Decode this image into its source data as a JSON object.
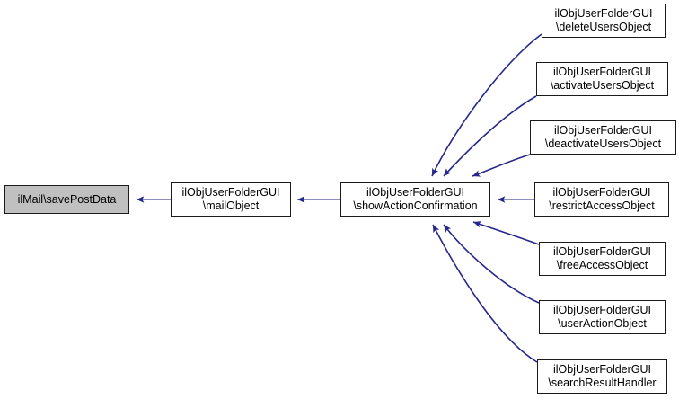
{
  "graph": {
    "type": "call-graph",
    "direction": "right-to-left",
    "background_color": "#ffffff",
    "edge_color": "#26268c",
    "edge_line_color": "#6a6aa8",
    "node_border_color": "#1b1b1b",
    "node_fill_color": "#ffffff",
    "highlight_fill_color": "#c0c0c0"
  },
  "nodes": {
    "target": {
      "id": "ilMail-savePostData",
      "label": "ilMail\\savePostData",
      "line1": "ilMail\\savePostData",
      "line2": "",
      "highlighted": true
    },
    "caller": {
      "id": "ilObjUserFolderGUI-mailObject",
      "line1": "ilObjUserFolderGUI",
      "line2": "\\mailObject",
      "highlighted": false
    },
    "hub": {
      "id": "ilObjUserFolderGUI-showActionConfirmation",
      "line1": "ilObjUserFolderGUI",
      "line2": "\\showActionConfirmation",
      "highlighted": false
    },
    "sources": [
      {
        "id": "ilObjUserFolderGUI-deleteUsersObject",
        "line1": "ilObjUserFolderGUI",
        "line2": "\\deleteUsersObject"
      },
      {
        "id": "ilObjUserFolderGUI-activateUsersObject",
        "line1": "ilObjUserFolderGUI",
        "line2": "\\activateUsersObject"
      },
      {
        "id": "ilObjUserFolderGUI-deactivateUsersObject",
        "line1": "ilObjUserFolderGUI",
        "line2": "\\deactivateUsersObject"
      },
      {
        "id": "ilObjUserFolderGUI-restrictAccessObject",
        "line1": "ilObjUserFolderGUI",
        "line2": "\\restrictAccessObject"
      },
      {
        "id": "ilObjUserFolderGUI-freeAccessObject",
        "line1": "ilObjUserFolderGUI",
        "line2": "\\freeAccessObject"
      },
      {
        "id": "ilObjUserFolderGUI-userActionObject",
        "line1": "ilObjUserFolderGUI",
        "line2": "\\userActionObject"
      },
      {
        "id": "ilObjUserFolderGUI-searchResultHandler",
        "line1": "ilObjUserFolderGUI",
        "line2": "\\searchResultHandler"
      }
    ]
  }
}
